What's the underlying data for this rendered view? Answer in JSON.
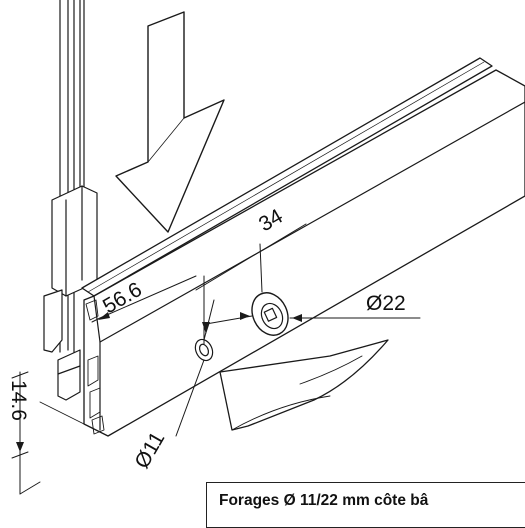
{
  "dimensions": {
    "d1": "34",
    "d2": "56.6",
    "d3": "Ø22",
    "d4": "14.6",
    "d5": "Ø11"
  },
  "caption": "Forages Ø 11/22 mm côte bâ"
}
